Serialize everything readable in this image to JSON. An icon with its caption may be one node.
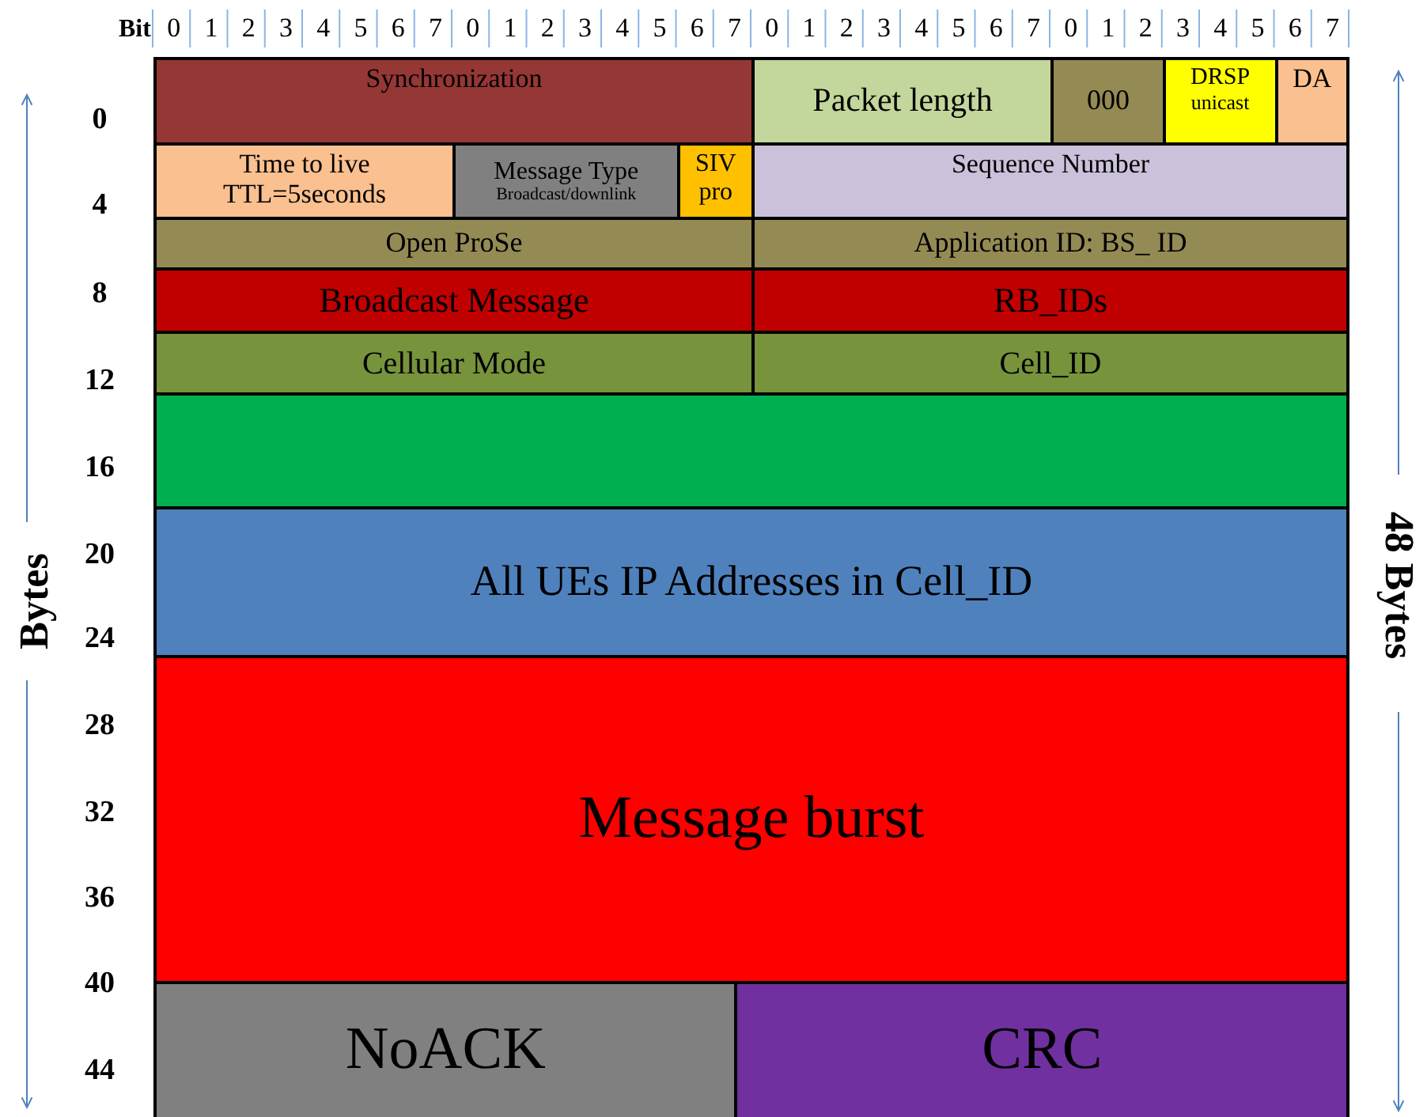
{
  "diagram": {
    "nodes": [
      {
        "text": [
          "Synchronization"
        ]
      },
      {
        "text": [
          "Packet length"
        ]
      },
      {
        "text": [
          "000"
        ]
      },
      {
        "text": [
          "DRSP",
          "unicast"
        ]
      },
      {
        "text": [
          "DA"
        ]
      },
      {
        "text": [
          "Time to live TTL=5seconds"
        ]
      },
      {
        "text": [
          "Message Type",
          "Broadcast/downlink"
        ]
      },
      {
        "text": [
          "SIV pro"
        ]
      },
      {
        "text": [
          "Sequence Number"
        ]
      },
      {
        "text": [
          "Open ProSe"
        ]
      },
      {
        "text": [
          "Application ID: BS_ ID"
        ]
      },
      {
        "text": [
          "Broadcast Message"
        ]
      },
      {
        "text": [
          "RB_IDs"
        ]
      },
      {
        "text": [
          "Cellular Mode"
        ]
      },
      {
        "text": [
          "Cell_ID"
        ]
      },
      {
        "text": [],
        "shape": "box"
      },
      {
        "text": [
          "All UEs IP Addresses in Cell_ID"
        ]
      },
      {
        "text": [
          "Message burst"
        ]
      },
      {
        "text": [
          "NoACK"
        ]
      },
      {
        "text": [
          "CRC"
        ]
      }
    ],
    "labels": [
      "Bit",
      "0",
      "1",
      "2",
      "3",
      "4",
      "5",
      "6",
      "7",
      "0",
      "1",
      "2",
      "3",
      "4",
      "5",
      "6",
      "7",
      "0",
      "1",
      "2",
      "3",
      "4",
      "5",
      "6",
      "7",
      "0",
      "1",
      "2",
      "3",
      "4",
      "5",
      "6",
      "7",
      "0",
      "4",
      "8",
      "12",
      "16",
      "20",
      "24",
      "28",
      "32",
      "36",
      "40",
      "44",
      "Bytes",
      "48 Bytes"
    ]
  }
}
